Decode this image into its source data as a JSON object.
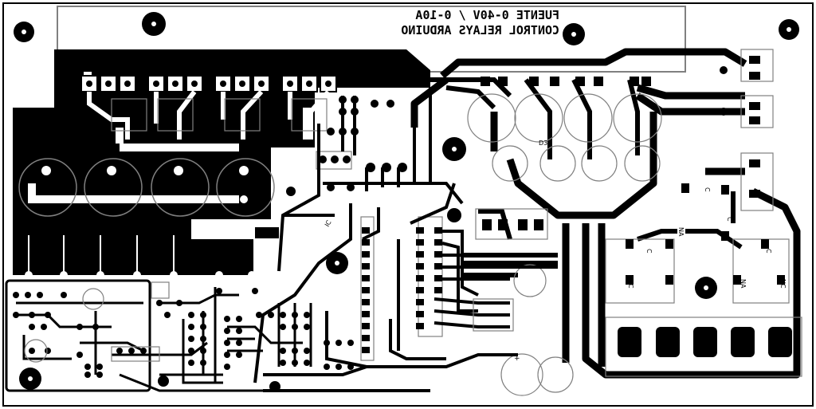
{
  "title": {
    "line1": "FUENTE 0-40V / 0-10A",
    "line2": "CONTROL RELAYS ARDUINO"
  },
  "component_labels": {
    "d3": "D3",
    "ic": "IC",
    "na1": "NA",
    "na2": "NA",
    "nc1": "NC",
    "nc2": "NC",
    "c1": "C",
    "c2": "C",
    "c3": "C",
    "c4": "C",
    "plus": "+"
  },
  "colors": {
    "copper": "#000000",
    "silkscreen": "#808080",
    "board": "#ffffff"
  }
}
